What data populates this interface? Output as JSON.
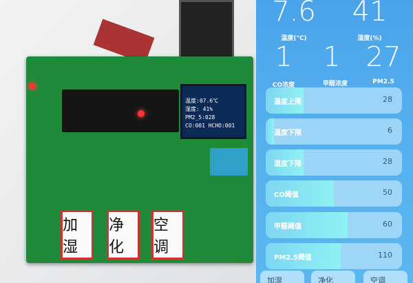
{
  "board": {
    "oled_lines": [
      "温度:07.6℃",
      "湿度: 41%",
      "PM2_5:028",
      "CO:001 HCHO:001"
    ],
    "relay_labels": [
      "加湿",
      "净化",
      "空调"
    ]
  },
  "phone": {
    "readings": [
      {
        "value": "7.6",
        "label": "温度(°C)"
      },
      {
        "value": "41",
        "label": "湿度(%)"
      },
      {
        "value": "1",
        "label": "CO浓度"
      },
      {
        "value": "1",
        "label": "甲醛浓度"
      },
      {
        "value": "27",
        "label": "PM2.5"
      }
    ],
    "sliders": [
      {
        "label": "温度上限",
        "value": "28",
        "fill": 0.28
      },
      {
        "label": "温度下限",
        "value": "6",
        "fill": 0.06
      },
      {
        "label": "湿度下限",
        "value": "28",
        "fill": 0.28
      },
      {
        "label": "CO阈值",
        "value": "50",
        "fill": 0.5
      },
      {
        "label": "甲醛阈值",
        "value": "60",
        "fill": 0.6
      },
      {
        "label": "PM2.5阈值",
        "value": "110",
        "fill": 0.55
      }
    ],
    "buttons": [
      "加湿",
      "净化",
      "空调"
    ]
  }
}
